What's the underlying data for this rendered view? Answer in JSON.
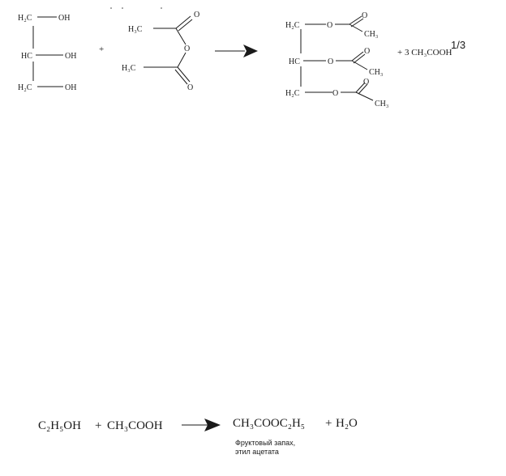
{
  "reaction1": {
    "glycerol": {
      "c1": "H₂C",
      "c2": "HC",
      "c3": "H₂C",
      "oh1": "OH",
      "oh2": "OH",
      "oh3": "OH"
    },
    "plus": "+",
    "anhydride": {
      "methyl_top": "H₃C",
      "methyl_bottom": "H₃C",
      "o_carbonyl_top": "O",
      "o_bridge": "O",
      "o_carbonyl_bottom": "O"
    },
    "triacetin": {
      "c1": "H₂C",
      "c2": "HC",
      "c3": "H₂C",
      "o1": "O",
      "o2": "O",
      "o3": "O",
      "co1": "O",
      "co2": "O",
      "co3": "O",
      "ch3_1": "CH₃",
      "ch3_2": "CH₃",
      "ch3_3": "CH₃"
    },
    "byproduct": "+ 3 CH₃COOH"
  },
  "page_indicator": "1/3",
  "reaction2": {
    "reactant1": "C₂H₅OH",
    "plus1": "+",
    "reactant2": "CH₃COOH",
    "product": "CH₃COOC₂H₅",
    "plus2": "+",
    "water": "H₂O",
    "note_line1": "Фруктовый запах,",
    "note_line2": "этил ацетата"
  }
}
